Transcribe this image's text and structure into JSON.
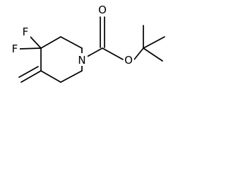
{
  "molecule": {
    "atoms": {
      "fluorine_top": "F",
      "fluorine_bottom": "F",
      "nitrogen": "N",
      "carbonyl_oxygen": "O",
      "ester_oxygen": "O"
    }
  },
  "colors": {
    "bond": "#000000",
    "label": "#000000",
    "background": "#ffffff"
  }
}
